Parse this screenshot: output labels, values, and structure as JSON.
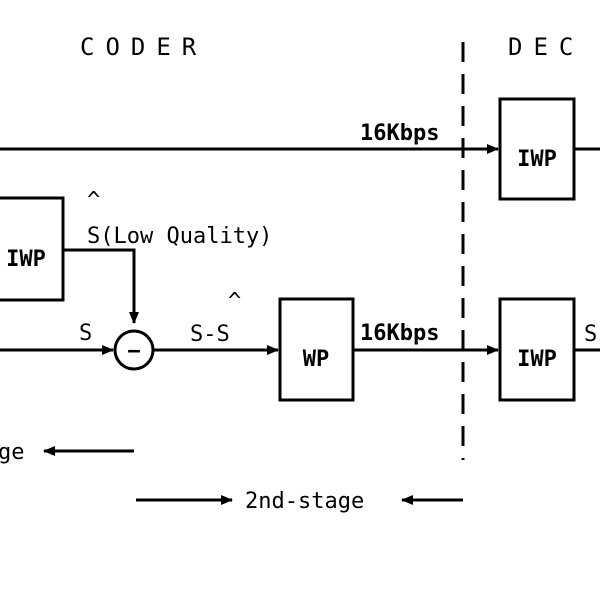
{
  "sections": {
    "coder_title": "CODER",
    "decoder_title": "DEC"
  },
  "blocks": {
    "iwp_coder": "IWP",
    "wp": "WP",
    "iwp_decoder_top": "IWP",
    "iwp_decoder_bottom": "IWP"
  },
  "signals": {
    "top_rate": "16Kbps",
    "bottom_rate": "16Kbps",
    "s_hat_caret": "^",
    "s_hat_label": "S(Low Quality)",
    "s_input": "S",
    "minus_sign": "−",
    "residual": "S-S",
    "residual_caret": "^",
    "decoder_output_partial": "S"
  },
  "stages": {
    "first_stage_partial": "ge",
    "second_stage": "2nd-stage"
  }
}
